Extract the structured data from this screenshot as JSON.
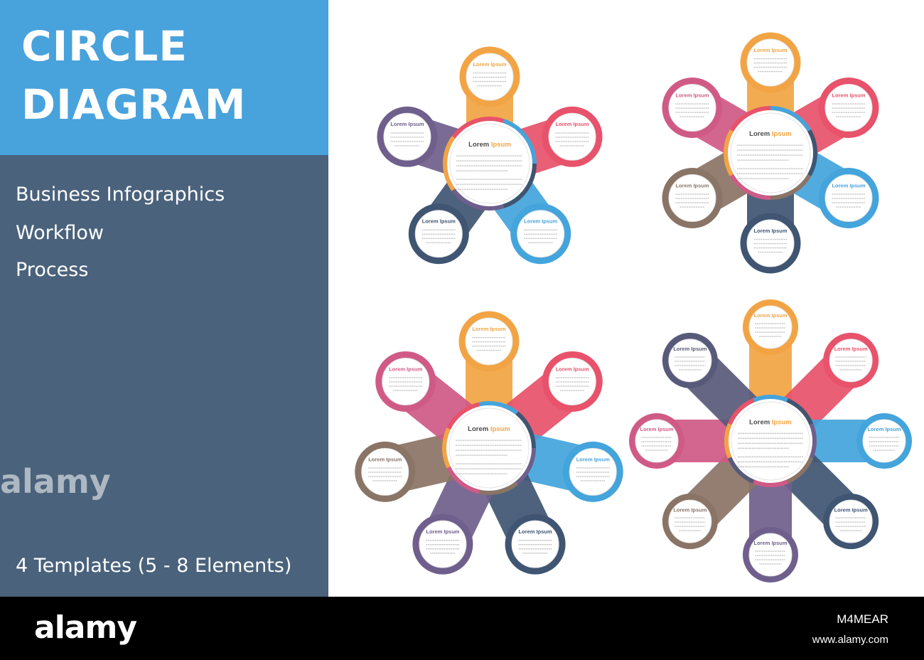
{
  "title": {
    "line1": "CIRCLE",
    "line2": "DIAGRAM"
  },
  "side": {
    "items": [
      "Business Infographics",
      "Workflow",
      "Process"
    ],
    "bottom": "4 Templates (5 - 8 Elements)"
  },
  "diagram_labels": {
    "petal": "Lorem Ipsum",
    "center_a": "Lorem",
    "center_b": "Ipsum"
  },
  "colors": {
    "orange": "#f2a444",
    "red": "#e8526a",
    "blue": "#44a4dc",
    "navy": "#3f5572",
    "purple": "#6f5f8c",
    "pink": "#d05a86",
    "brown": "#8a7466",
    "slate": "#585a7a"
  },
  "diagrams": [
    {
      "petals": [
        "orange",
        "red",
        "blue",
        "navy",
        "purple"
      ]
    },
    {
      "petals": [
        "orange",
        "red",
        "blue",
        "navy",
        "brown",
        "pink"
      ]
    },
    {
      "petals": [
        "orange",
        "red",
        "blue",
        "navy",
        "purple",
        "brown",
        "pink"
      ]
    },
    {
      "petals": [
        "orange",
        "red",
        "blue",
        "navy",
        "purple",
        "brown",
        "pink",
        "slate"
      ]
    }
  ],
  "footer": {
    "logo": "alamy",
    "image_id": "M4MEAR",
    "url": "www.alamy.com"
  },
  "watermark": "alamy"
}
